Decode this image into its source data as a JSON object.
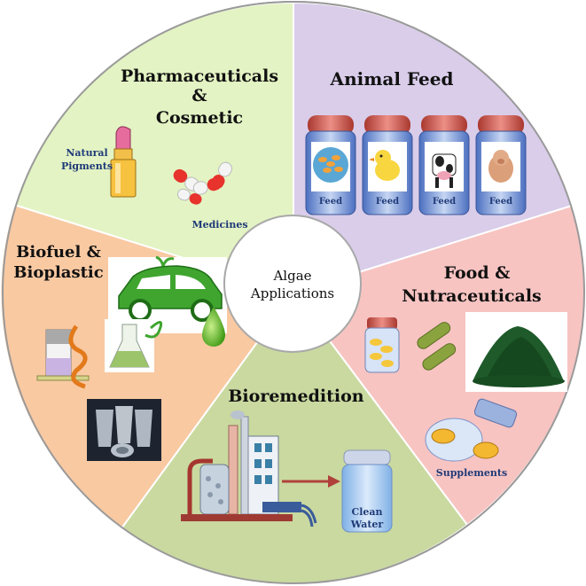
{
  "center": {
    "line1": "Algae",
    "line2": "Applications"
  },
  "sectors": {
    "pharma": {
      "title_line1": "Pharmaceuticals",
      "title_line2": "&",
      "title_line3": "Cosmetic",
      "natural_pigments_line1": "Natural",
      "natural_pigments_line2": "Pigments",
      "medicines": "Medicines",
      "color": "#e3f3c3"
    },
    "animal_feed": {
      "title": "Animal Feed",
      "jar_labels": [
        "Feed",
        "Feed",
        "Feed",
        "Feed"
      ],
      "color": "#d9cdea"
    },
    "food": {
      "title_line1": "Food &",
      "title_line2": "Nutraceuticals",
      "supplements": "Supplements",
      "color": "#f7c4c2"
    },
    "bioremediation": {
      "title": "Bioremedition",
      "clean_water_line1": "Clean",
      "clean_water_line2": "Water",
      "color": "#c9d9a0"
    },
    "biofuel": {
      "title_line1": "Biofuel &",
      "title_line2": "Bioplastic",
      "color": "#f9c9a2"
    }
  }
}
